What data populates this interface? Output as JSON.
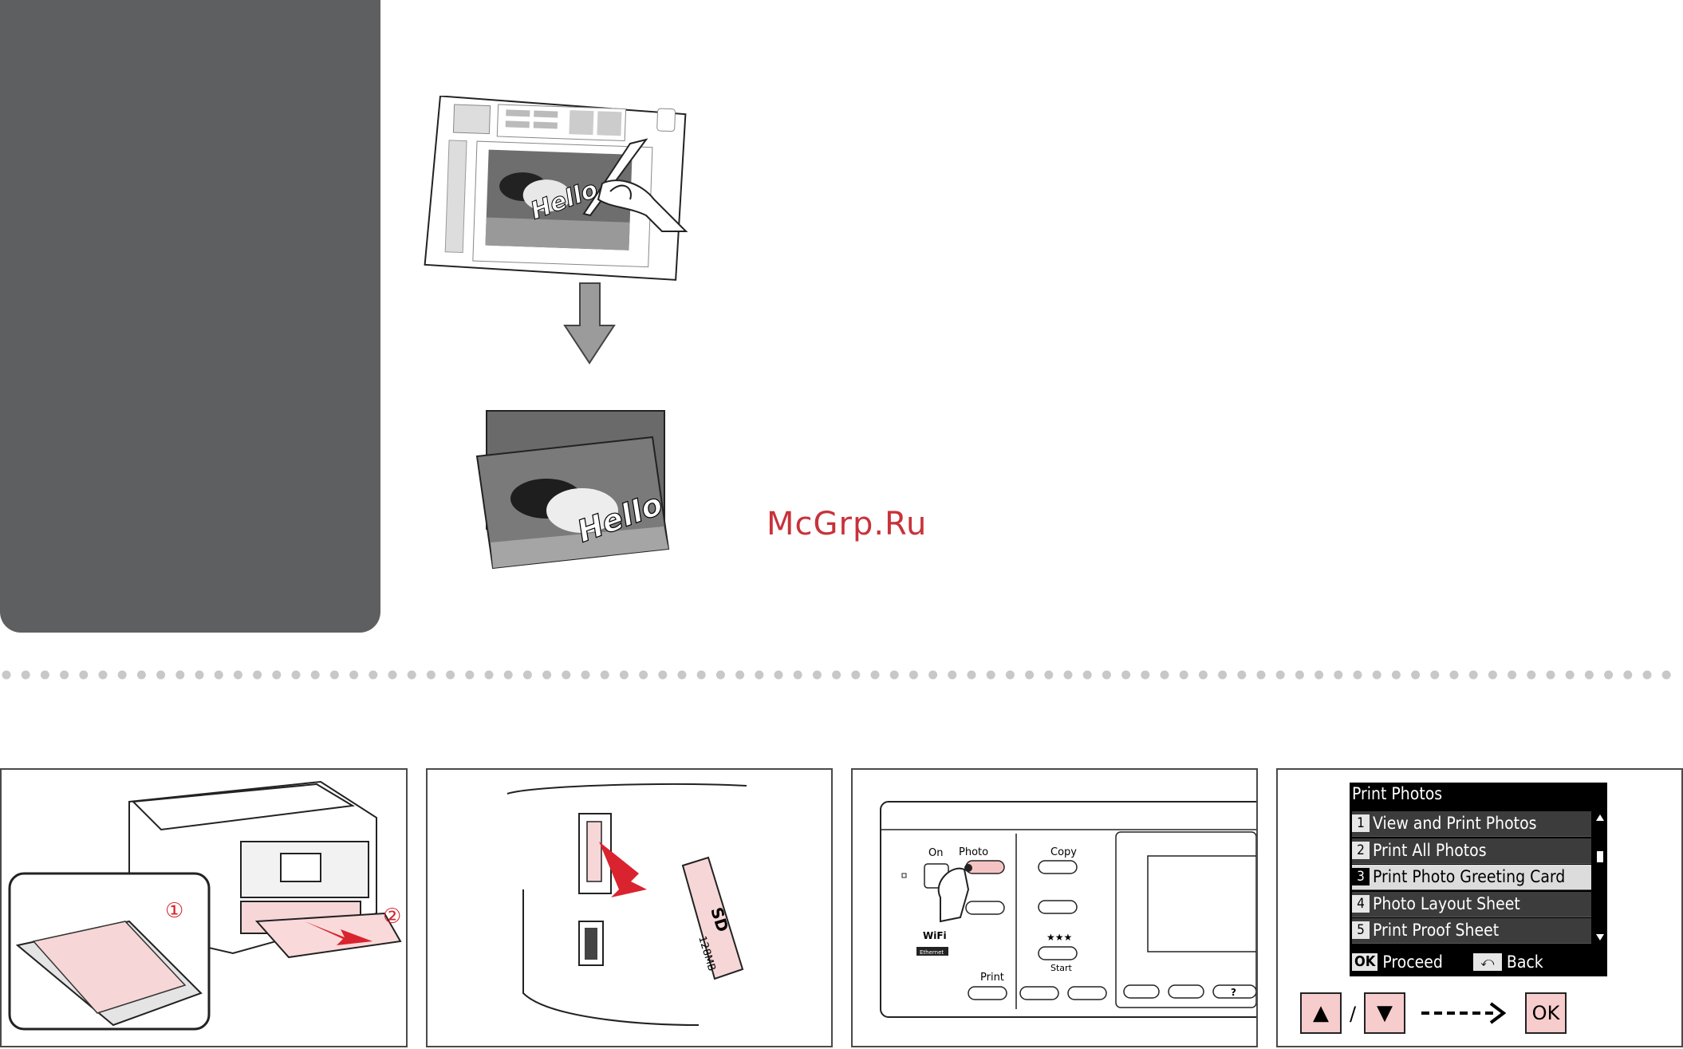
{
  "illustration": {
    "handwritten_text": "Hello"
  },
  "watermark": "McGrp.Ru",
  "panel1": {
    "step_1": "①",
    "step_2": "②"
  },
  "panel2": {
    "card_type": "SD",
    "card_capacity": "128MB"
  },
  "panel3": {
    "on_label": "On",
    "photo_label": "Photo",
    "copy_label": "Copy",
    "print_label": "Print",
    "start_label": "Start",
    "wifi_label": "WiFi",
    "ethernet_label": "Ethernet",
    "stars_label": "★★★",
    "help_label": "?"
  },
  "panel4": {
    "menu_title": "Print Photos",
    "items": [
      {
        "num": "1",
        "label": "View and Print Photos"
      },
      {
        "num": "2",
        "label": "Print All Photos"
      },
      {
        "num": "3",
        "label": "Print Photo Greeting Card"
      },
      {
        "num": "4",
        "label": "Photo Layout Sheet"
      },
      {
        "num": "5",
        "label": "Print Proof Sheet"
      }
    ],
    "selected_index": 2,
    "ok_key": "OK",
    "proceed_label": "Proceed",
    "back_label": "Back",
    "up_key": "▲",
    "slash": "/",
    "down_key": "▼",
    "ok_button": "OK"
  }
}
